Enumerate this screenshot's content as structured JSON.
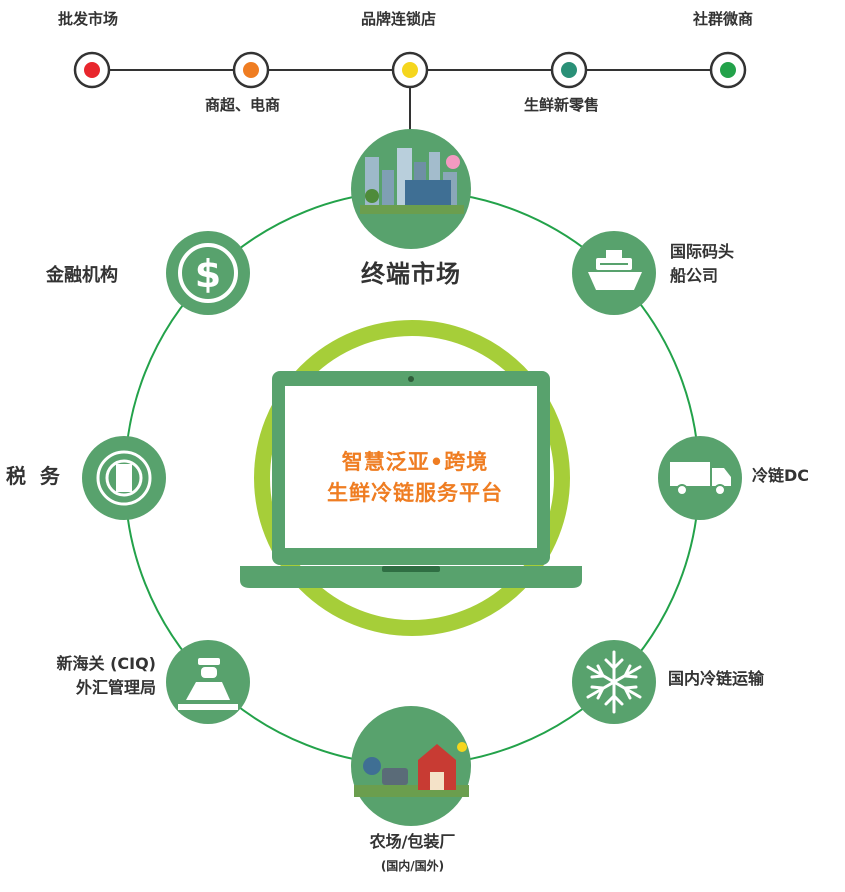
{
  "timeline": [
    {
      "label": "批发市场",
      "color": "#e8262d"
    },
    {
      "label": "商超、电商",
      "color": "#ef7d22"
    },
    {
      "label": "品牌连锁店",
      "color": "#f5d61e"
    },
    {
      "label": "生鲜新零售",
      "color": "#2a9077"
    },
    {
      "label": "社群微商",
      "color": "#23a24a"
    }
  ],
  "center": {
    "title_line1": "智慧泛亚•跨境",
    "title_line2": "生鲜冷链服务平台"
  },
  "nodes": {
    "terminal_market": "终端市场",
    "port_line1": "国际码头",
    "port_line2": "船公司",
    "cold_chain_dc": "冷链DC",
    "domestic_transport": "国内冷链运输",
    "farm": "农场/包装厂",
    "farm_sub": "(国内/国外)",
    "customs_line1": "新海关 (CIQ)",
    "customs_line2": "外汇管理局",
    "tax": "税  务",
    "finance": "金融机构"
  },
  "colors": {
    "green": "#58a26d",
    "ring": "#23a24a",
    "lime": "#a6ce39",
    "orange": "#ef7d22"
  }
}
